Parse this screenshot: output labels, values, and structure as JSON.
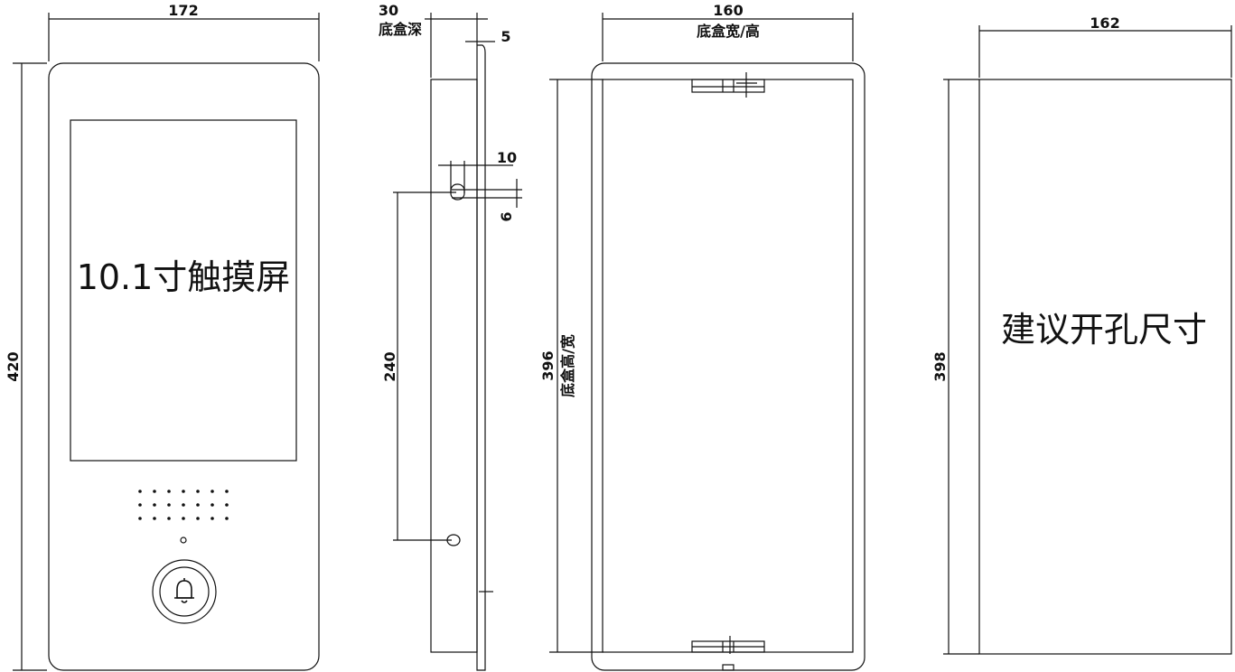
{
  "front_view": {
    "width_label": "172",
    "height_label": "420",
    "screen_label": "10.1寸触摸屏",
    "bell_icon": "bell-icon"
  },
  "side_view": {
    "depth_label": "30",
    "depth_caption": "底盒深",
    "panel_thickness_label": "5",
    "slot_width_label": "10",
    "slot_height_label": "6",
    "slot_spacing_label": "240"
  },
  "back_box_view": {
    "width_label": "160",
    "width_caption": "底盒宽/高",
    "height_label": "396",
    "height_caption": "底盒高/宽"
  },
  "cutout_view": {
    "width_label": "162",
    "height_label": "398",
    "caption": "建议开孔尺寸"
  },
  "colors": {
    "line": "#111111",
    "background": "#ffffff"
  }
}
